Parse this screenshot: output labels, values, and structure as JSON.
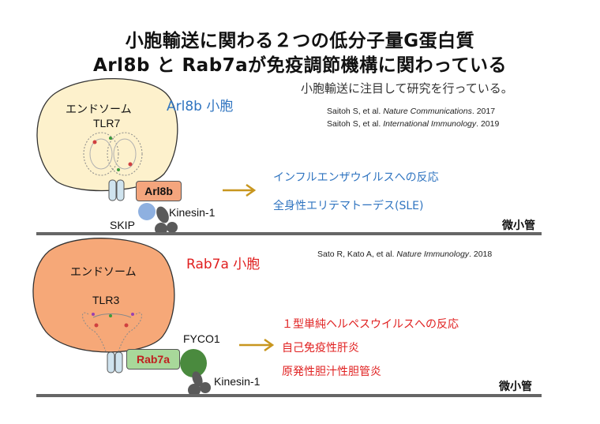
{
  "title": {
    "line1": "小胞輸送に関わる２つの低分子量G蛋白質",
    "line2": "Arl8b と Rab7aが免疫調節機構に関わっている"
  },
  "note": "小胞輸送に注目して研究を行っている。",
  "top_panel": {
    "heading": "Arl8b 小胞",
    "endosome_label": "エンドソーム",
    "receptor_label": "TLR7",
    "gtpase_label": "Arl8b",
    "adaptor_label": "SKIP",
    "motor_label": "Kinesin-1",
    "rail_label": "微小管",
    "citations": [
      {
        "authors": "Saitoh S, et al. ",
        "journal": "Nature Communications",
        "year": ". 2017"
      },
      {
        "authors": "Saitoh S, et al. ",
        "journal": "International Immunology",
        "year": ". 2019"
      }
    ],
    "outcomes": [
      "インフルエンザウイルスへの反応",
      "全身性エリテマトーデス(SLE)"
    ]
  },
  "bottom_panel": {
    "heading": "Rab7a 小胞",
    "endosome_label": "エンドソーム",
    "receptor_label": "TLR3",
    "gtpase_label": "Rab7a",
    "adaptor_label": "FYCO1",
    "motor_label": "Kinesin-1",
    "rail_label": "微小管",
    "citations": [
      {
        "authors": "Sato R, Kato A, et al. ",
        "journal": "Nature Immunology",
        "year": ". 2018"
      }
    ],
    "outcomes": [
      "１型単純ヘルペスウイルスへの反応",
      "自己免疫性肝炎",
      "原発性胆汁性胆管炎"
    ]
  },
  "colors": {
    "top_endosome": "#fdf1cc",
    "bottom_endosome": "#f6a878",
    "arl8b_box": "#f4a57d",
    "rab7a_box": "#a8d89a",
    "skip": "#8eb0e0",
    "fyco1": "#4a8a3e",
    "kinesin": "#5a5a5a",
    "rail": "#666666",
    "arrow": "#c8961e",
    "blue": "#2f74c0",
    "red": "#e02020"
  }
}
